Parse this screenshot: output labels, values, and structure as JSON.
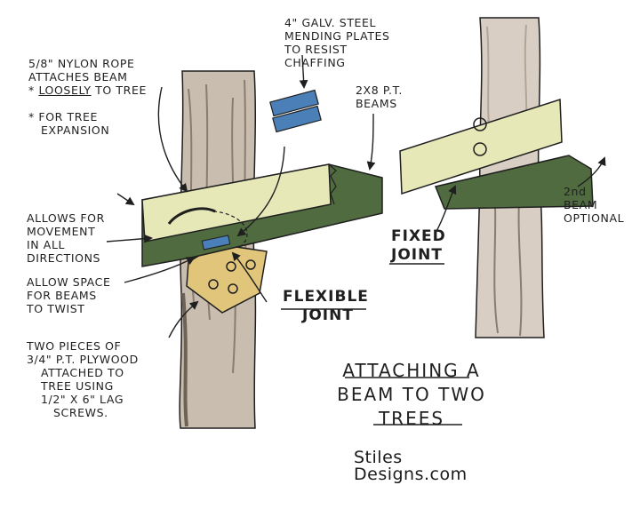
{
  "labels": {
    "mending_plates": [
      "4\" GALV. STEEL",
      "MENDING PLATES",
      "TO RESIST",
      "CHAFFING"
    ],
    "nylon_rope": [
      "5/8\" NYLON ROPE",
      "ATTACHES BEAM"
    ],
    "loosely_prefix": "* ",
    "loosely_word": "LOOSELY",
    "loosely_suffix": " TO TREE",
    "tree_expansion": [
      "* FOR TREE",
      "EXPANSION"
    ],
    "beams": [
      "2X8 P.T.",
      "BEAMS"
    ],
    "movement": [
      "ALLOWS FOR",
      "MOVEMENT",
      "IN ALL",
      "DIRECTIONS"
    ],
    "twist": [
      "ALLOW SPACE",
      "FOR BEAMS",
      "TO TWIST"
    ],
    "plywood": [
      "TWO PIECES OF",
      "3/4\" P.T. PLYWOOD",
      "ATTACHED TO",
      "TREE USING",
      "1/2\" X 6\" LAG",
      "SCREWS."
    ],
    "fixed_joint": [
      "FIXED",
      "JOINT"
    ],
    "flexible_joint": [
      "FLEXIBLE",
      "JOINT"
    ],
    "second_beam": [
      "2nd",
      "BEAM",
      "OPTIONAL"
    ],
    "title": [
      "ATTACHING A",
      "BEAM TO TWO",
      "TREES"
    ],
    "credit": [
      "Stiles",
      "Designs.com"
    ]
  },
  "colors": {
    "bark": "#c9bdb0",
    "bark_shadow": "#8a7c6e",
    "beam_face": "#e7e8b8",
    "beam_side": "#4f6b3f",
    "plywood": "#e0c57a",
    "plate": "#4a7fb7",
    "ink": "#1f1f1f"
  }
}
